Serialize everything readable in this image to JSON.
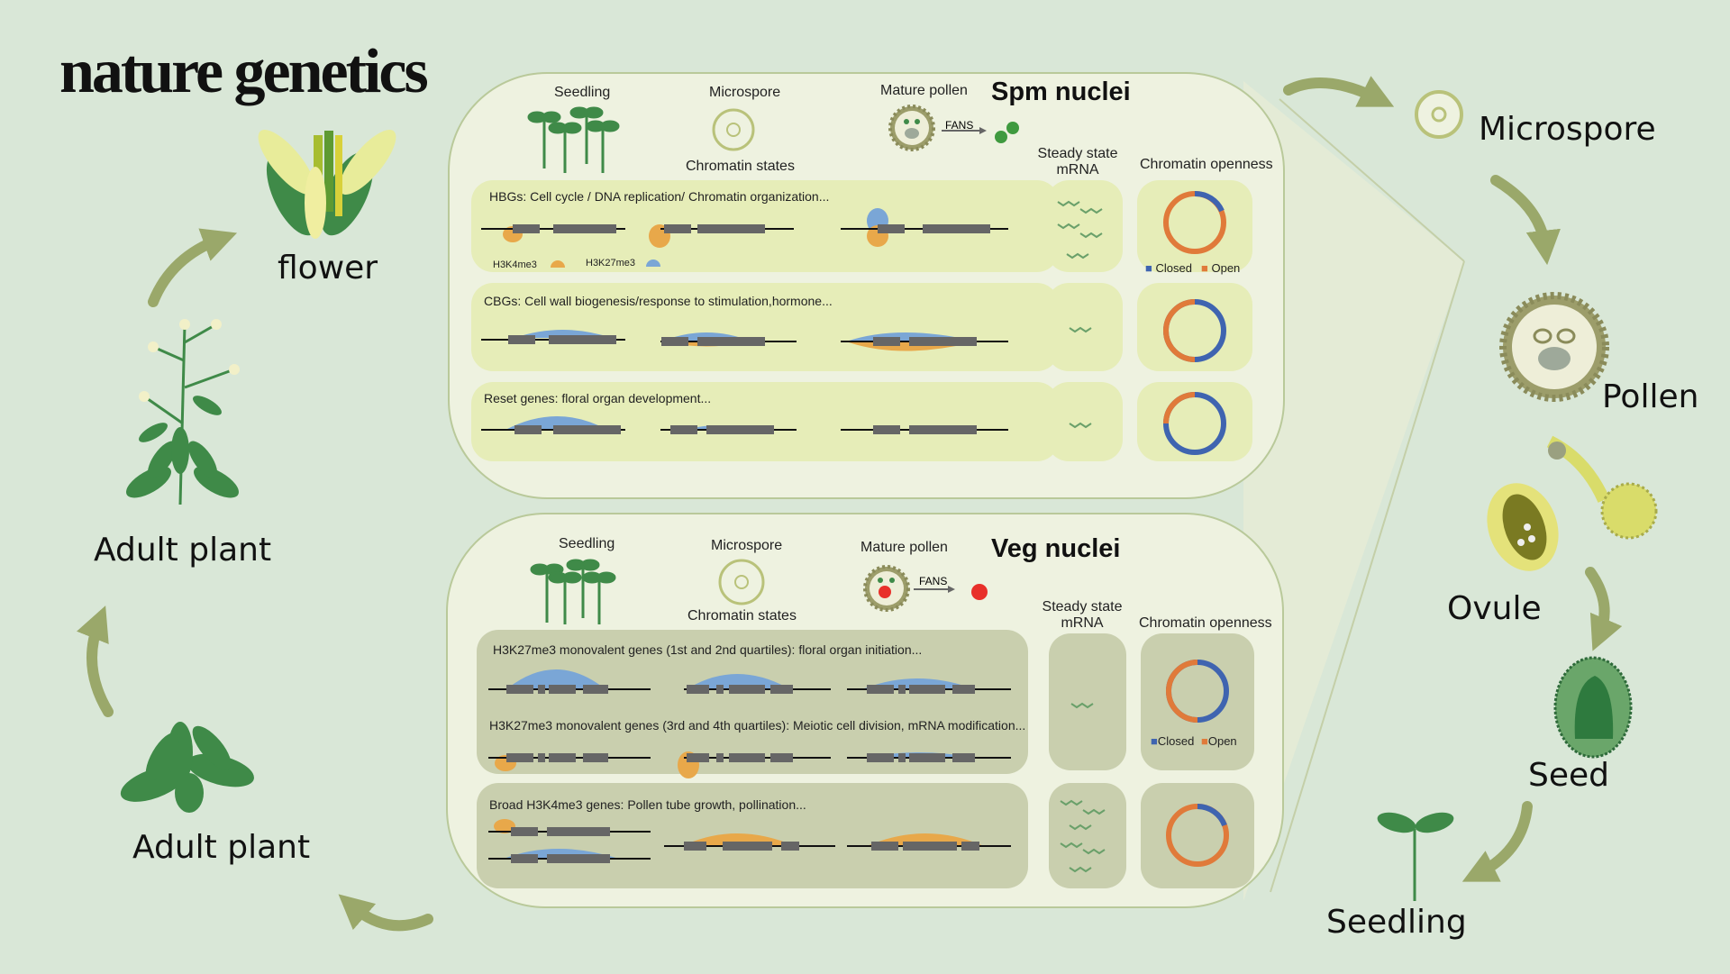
{
  "logo": "nature genetics",
  "stages": {
    "flower": "flower",
    "adult_plant_top": "Adult plant",
    "adult_plant_bottom": "Adult plant",
    "microspore": "Microspore",
    "pollen": "Pollen",
    "ovule": "Ovule",
    "seed": "Seed",
    "seedling": "Seedling"
  },
  "spm_panel": {
    "title": "Spm nuclei",
    "seedling": "Seedling",
    "microspore": "Microspore",
    "mature_pollen": "Mature pollen",
    "fans": "FANS",
    "chromatin_states": "Chromatin states",
    "steady_state_mrna": "Steady state mRNA",
    "chromatin_openness": "Chromatin openness",
    "rows": [
      "HBGs: Cell cycle / DNA replication/ Chromatin organization...",
      "CBGs: Cell wall biogenesis/response to stimulation,hormone...",
      "Reset genes: floral organ development..."
    ],
    "legend": {
      "h3k4me3": "H3K4me3",
      "h3k27me3": "H3K27me3",
      "closed": "Closed",
      "open": "Open"
    }
  },
  "veg_panel": {
    "title": "Veg nuclei",
    "seedling": "Seedling",
    "microspore": "Microspore",
    "mature_pollen": "Mature pollen",
    "fans": "FANS",
    "chromatin_states": "Chromatin states",
    "steady_state_mrna": "Steady state mRNA",
    "chromatin_openness": "Chromatin openness",
    "rows": [
      "H3K27me3 monovalent genes (1st and 2nd quartiles): floral organ initiation...",
      "H3K27me3 monovalent genes (3rd and 4th quartiles): Meiotic cell division, mRNA modification...",
      "Broad H3K4me3 genes: Pollen tube growth, pollination..."
    ],
    "legend": {
      "closed": "Closed",
      "open": "Open"
    }
  },
  "colors": {
    "background": "#d9e7d7",
    "arrow": "#9aa86a",
    "h3k4me3": "#e8a84a",
    "h3k27me3": "#7aa6d6",
    "closed": "#3f64b0",
    "open": "#e07a3a",
    "leaf": "#3f8a48"
  },
  "icons": [
    "microspore-icon",
    "pollen-icon",
    "ovule-icon",
    "seed-icon",
    "seedling-icon",
    "flower-icon",
    "adult-plant-icon",
    "rosette-icon",
    "arrow-icon",
    "donut-chart-icon",
    "gene-track-icon"
  ]
}
